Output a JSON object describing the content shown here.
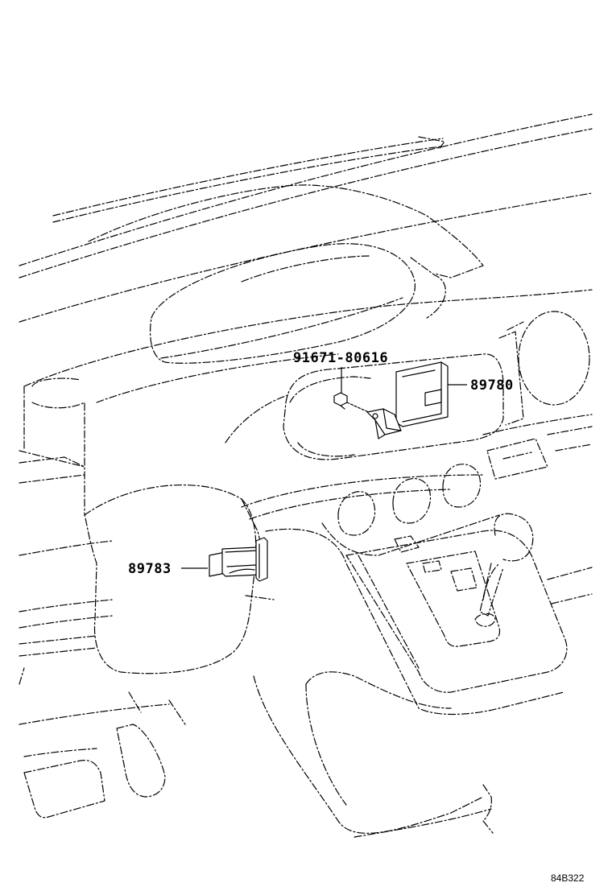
{
  "diagram": {
    "part_numbers": {
      "screw": "91671-80616",
      "control_unit": "89780",
      "switch": "89783"
    },
    "drawing_code": "84B322"
  }
}
